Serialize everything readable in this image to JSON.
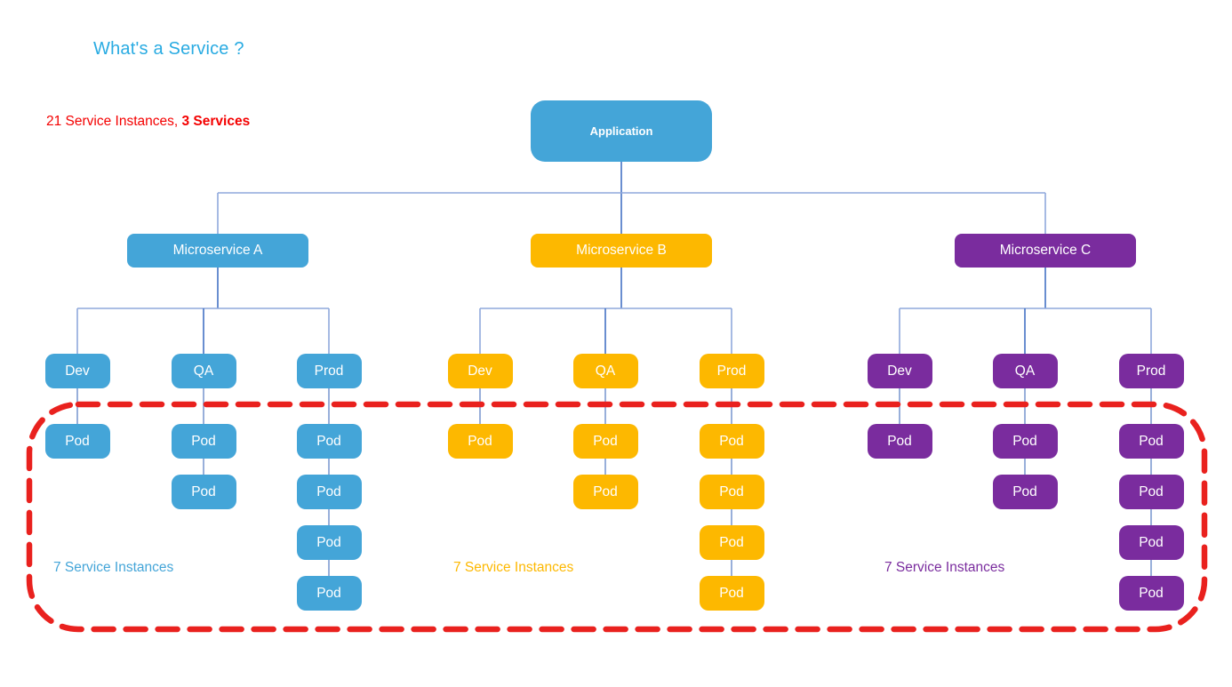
{
  "header": {
    "title": "What's a Service ?",
    "summary_prefix": "21 Service Instances, ",
    "summary_bold": "3 Services"
  },
  "colors": {
    "title": "#29ABE2",
    "summary": "#F40000",
    "boundary": "#E9211E",
    "connector_dark": "#4472C4",
    "connector_light": "#8FA9DC",
    "connector_chain": "#7E9BD0"
  },
  "application": {
    "label": "Application",
    "color": "#44A5D8"
  },
  "services": [
    {
      "id": "a",
      "label": "Microservice A",
      "color": "#44A5D8",
      "instances_label": "7 Service Instances",
      "environments": [
        {
          "label": "Dev",
          "pods": [
            "Pod"
          ]
        },
        {
          "label": "QA",
          "pods": [
            "Pod",
            "Pod"
          ]
        },
        {
          "label": "Prod",
          "pods": [
            "Pod",
            "Pod",
            "Pod",
            "Pod"
          ]
        }
      ]
    },
    {
      "id": "b",
      "label": "Microservice B",
      "color": "#FDB800",
      "instances_label": "7 Service Instances",
      "environments": [
        {
          "label": "Dev",
          "pods": [
            "Pod"
          ]
        },
        {
          "label": "QA",
          "pods": [
            "Pod",
            "Pod"
          ]
        },
        {
          "label": "Prod",
          "pods": [
            "Pod",
            "Pod",
            "Pod",
            "Pod"
          ]
        }
      ]
    },
    {
      "id": "c",
      "label": "Microservice C",
      "color": "#7A2C9E",
      "instances_label": "7 Service Instances",
      "environments": [
        {
          "label": "Dev",
          "pods": [
            "Pod"
          ]
        },
        {
          "label": "QA",
          "pods": [
            "Pod",
            "Pod"
          ]
        },
        {
          "label": "Prod",
          "pods": [
            "Pod",
            "Pod",
            "Pod",
            "Pod"
          ]
        }
      ]
    }
  ]
}
